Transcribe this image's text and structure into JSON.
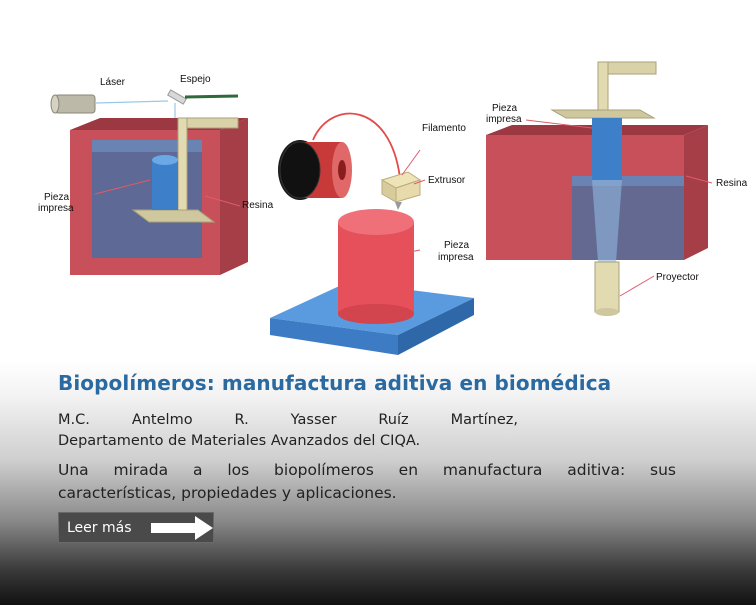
{
  "figure": {
    "labels": {
      "laser": "Láser",
      "mirror": "Espejo",
      "printed_piece_1a": "Pieza",
      "printed_piece_1b": "impresa",
      "resin_1": "Resina",
      "filament": "Filamento",
      "extruder": "Extrusor",
      "printed_piece_2a": "Pieza",
      "printed_piece_2b": "impresa",
      "printed_piece_3a": "Pieza",
      "printed_piece_3b": "impresa",
      "resin_3": "Resina",
      "projector": "Proyector"
    }
  },
  "article": {
    "title": "Biopolímeros: manufactura aditiva en biomédica",
    "author_line1": "M.C. Antelmo R. Yasser Ruíz Martínez,",
    "author_line2": "Departamento de Materiales Avanzados del CIQA.",
    "summary_line1": "Una mirada a los biopolímeros en manufactura aditiva: sus",
    "summary_line2": "características, propiedades y aplicaciones.",
    "read_more": "Leer más"
  },
  "colors": {
    "title": "#2a6aa0",
    "button_bg": "#4a4a4a",
    "vat_red": "#c8505a",
    "resin_blue": "#5a8cc0"
  },
  "icons": {
    "read_more": "arrow-right-icon"
  }
}
